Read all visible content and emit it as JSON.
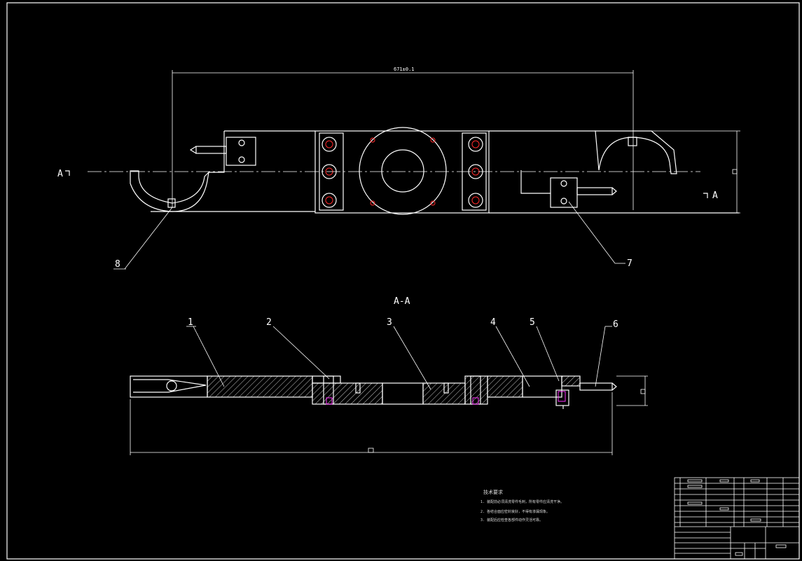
{
  "title_dimension": "671±0.1",
  "section_title": "A-A",
  "section_marker_left": "A",
  "section_marker_right": "A",
  "callouts": [
    "1",
    "2",
    "3",
    "4",
    "5",
    "6",
    "7",
    "8"
  ],
  "tech_notes": {
    "heading": "技术要求",
    "lines": [
      "1. 装配前必须清洗零件毛刺，所有零件应清洗干净。",
      "2. 各结合面应密封良好，不得有渗漏现象。",
      "3. 装配后应检查各部件动作灵活可靠。"
    ]
  },
  "colors": {
    "background": "#000000",
    "lines": "#ffffff",
    "holes": "#ff2a2a",
    "fasteners": "#ff33ff"
  }
}
